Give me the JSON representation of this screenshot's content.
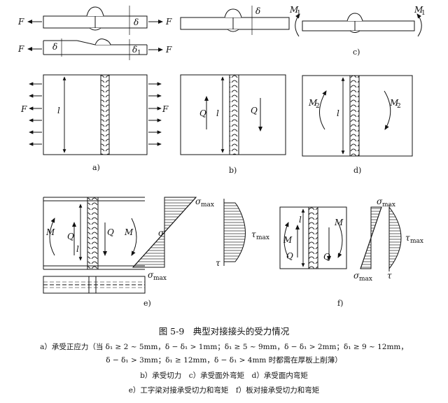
{
  "labels": {
    "force": "F",
    "delta": "δ",
    "delta1": "δ",
    "delta1_sub": "1",
    "length": "l",
    "shear": "Q",
    "moment_out": "M",
    "moment_out_sub": "1",
    "moment_in": "M",
    "moment_in_sub": "2",
    "moment": "M",
    "sigma": "σ",
    "sigma_max": "σ",
    "max_sub": "max",
    "tau": "τ",
    "tau_max": "τ"
  },
  "panels": {
    "a": "a)",
    "b": "b)",
    "c": "c)",
    "d": "d)",
    "e": "e)",
    "f": "f)"
  },
  "caption": {
    "title": "图 5-9　典型对接接头的受力情况",
    "line1": "a）承受正应力（当 δ₁ ≥ 2 ~ 5mm，δ − δ₁ > 1mm；δ₁ ≥ 5 ~ 9mm，δ − δ₁ > 2mm；δ₁ ≥ 9 ~ 12mm，",
    "line2": "δ − δ₁ > 3mm；δ₁ ≥ 12mm，δ − δ₁ > 4mm 时都需在厚板上削薄）",
    "line3": "b）承受切力　c）承受面外弯矩　d）承受面内弯矩",
    "line4": "e）工字梁对接承受切力和弯矩　f）板对接承受切力和弯矩"
  }
}
